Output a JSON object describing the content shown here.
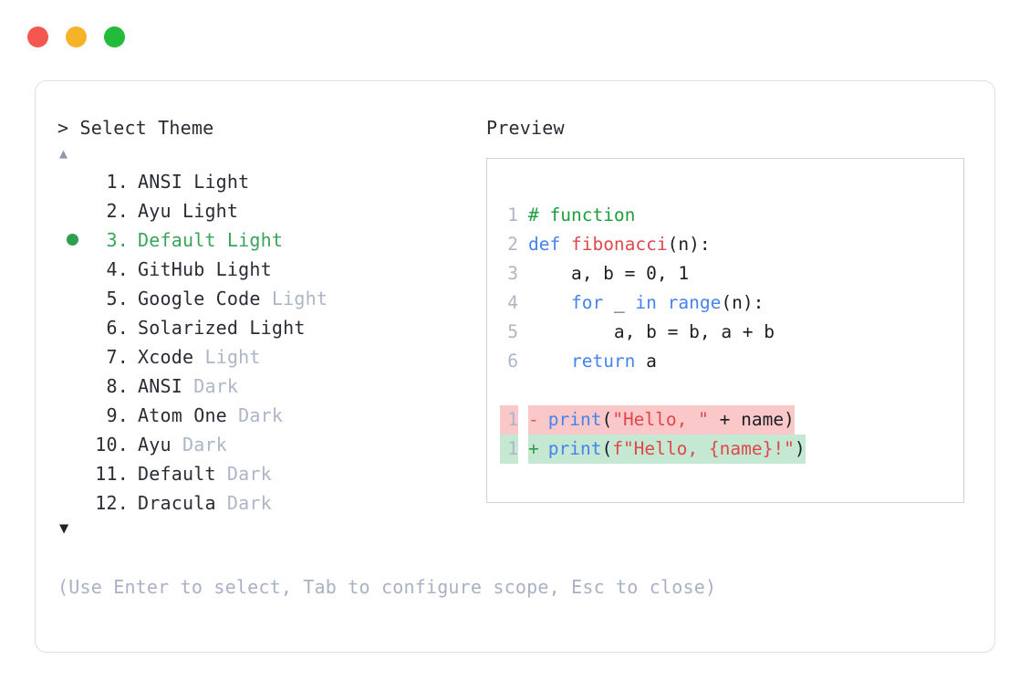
{
  "window": {
    "traffic_lights": [
      {
        "name": "close",
        "color": "#f2584f"
      },
      {
        "name": "minimize",
        "color": "#f5b327"
      },
      {
        "name": "maximize",
        "color": "#22bb3b"
      }
    ]
  },
  "selector": {
    "prompt": "> Select Theme",
    "scroll_up_icon": "▲",
    "scroll_down_icon": "▼",
    "selected_index": 3,
    "items": [
      {
        "num": " 1.",
        "name": "ANSI Light",
        "mode": ""
      },
      {
        "num": " 2.",
        "name": "Ayu Light",
        "mode": ""
      },
      {
        "num": " 3.",
        "name": "Default Light",
        "mode": ""
      },
      {
        "num": " 4.",
        "name": "GitHub Light",
        "mode": ""
      },
      {
        "num": " 5.",
        "name": "Google Code",
        "mode": " Light"
      },
      {
        "num": " 6.",
        "name": "Solarized Light",
        "mode": ""
      },
      {
        "num": " 7.",
        "name": "Xcode",
        "mode": " Light"
      },
      {
        "num": " 8.",
        "name": "ANSI",
        "mode": " Dark"
      },
      {
        "num": " 9.",
        "name": "Atom One",
        "mode": " Dark"
      },
      {
        "num": "10.",
        "name": "Ayu",
        "mode": " Dark"
      },
      {
        "num": "11.",
        "name": "Default",
        "mode": " Dark"
      },
      {
        "num": "12.",
        "name": "Dracula",
        "mode": " Dark"
      }
    ],
    "hint": "(Use Enter to select, Tab to configure scope, Esc to close)"
  },
  "preview": {
    "label": "Preview",
    "code_lines": [
      {
        "ln": "1",
        "tokens": [
          {
            "t": "# function",
            "c": "cm"
          }
        ]
      },
      {
        "ln": "2",
        "tokens": [
          {
            "t": "def ",
            "c": "kw"
          },
          {
            "t": "fibonacci",
            "c": "fn"
          },
          {
            "t": "(n):",
            "c": "pl"
          }
        ]
      },
      {
        "ln": "3",
        "tokens": [
          {
            "t": "    a, b = 0, 1",
            "c": "pl"
          }
        ]
      },
      {
        "ln": "4",
        "tokens": [
          {
            "t": "    ",
            "c": "pl"
          },
          {
            "t": "for ",
            "c": "kw"
          },
          {
            "t": "_ ",
            "c": "pl"
          },
          {
            "t": "in ",
            "c": "kw"
          },
          {
            "t": "range",
            "c": "kw"
          },
          {
            "t": "(n):",
            "c": "pl"
          }
        ]
      },
      {
        "ln": "5",
        "tokens": [
          {
            "t": "        a, b = b, a + b",
            "c": "pl"
          }
        ]
      },
      {
        "ln": "6",
        "tokens": [
          {
            "t": "    ",
            "c": "pl"
          },
          {
            "t": "return ",
            "c": "kw"
          },
          {
            "t": "a",
            "c": "pl"
          }
        ]
      }
    ],
    "diff_lines": [
      {
        "ln": "1",
        "kind": "del",
        "sign": "-",
        "tokens": [
          {
            "t": "print",
            "c": "kw"
          },
          {
            "t": "(",
            "c": "pl"
          },
          {
            "t": "\"Hello, \"",
            "c": "str"
          },
          {
            "t": " + name)",
            "c": "pl"
          }
        ]
      },
      {
        "ln": "1",
        "kind": "add",
        "sign": "+",
        "tokens": [
          {
            "t": "print",
            "c": "kw"
          },
          {
            "t": "(",
            "c": "pl"
          },
          {
            "t": "f\"Hello, ",
            "c": "str"
          },
          {
            "t": "{name}",
            "c": "str"
          },
          {
            "t": "!\"",
            "c": "str"
          },
          {
            "t": ")",
            "c": "pl"
          }
        ]
      }
    ]
  }
}
